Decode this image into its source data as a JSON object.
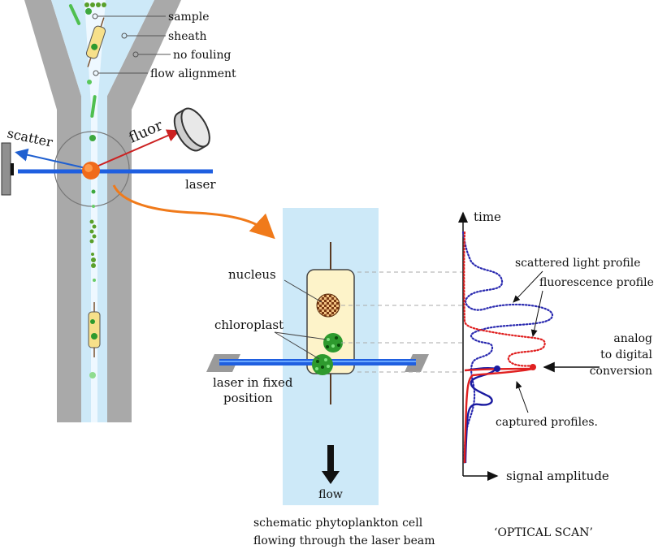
{
  "top_labels": {
    "sample": "sample",
    "sheath": "sheath",
    "no_fouling": "no fouling",
    "flow_alignment": "flow alignment",
    "scatter": "scatter",
    "fluor": "fluor",
    "laser": "laser"
  },
  "cell_labels": {
    "nucleus": "nucleus",
    "chloroplast": "chloroplast",
    "laser_line1": "laser in fixed",
    "laser_line2": "position",
    "flow": "flow",
    "caption_line1": "schematic phytoplankton cell",
    "caption_line2": "flowing through the laser beam"
  },
  "scan_labels": {
    "time": "time",
    "scattered_light_profile": "scattered light profile",
    "fluorescence_profile": "fluorescence profile",
    "analog_line1": "analog",
    "analog_line2": "to digital",
    "analog_line3": "conversion",
    "captured_profiles": "captured profiles.",
    "signal_amplitude": "signal amplitude",
    "caption": "‘OPTICAL SCAN’"
  },
  "colors": {
    "sheath_fluid": "#cde9f8",
    "core_stream": "#eef8ff",
    "nozzle_wall": "#a9a9a9",
    "laser": "#1f5fe0",
    "scatter_ray": "#2060d0",
    "fluor_ray": "#cc2222",
    "orange_arrow": "#f07a1a",
    "cell_body": "#fdf3c9",
    "chloroplast": "#2e9a2e",
    "nucleus": "#8b4a1f",
    "scatter_trace": "#2a2ab0",
    "fluor_trace": "#e02020"
  }
}
